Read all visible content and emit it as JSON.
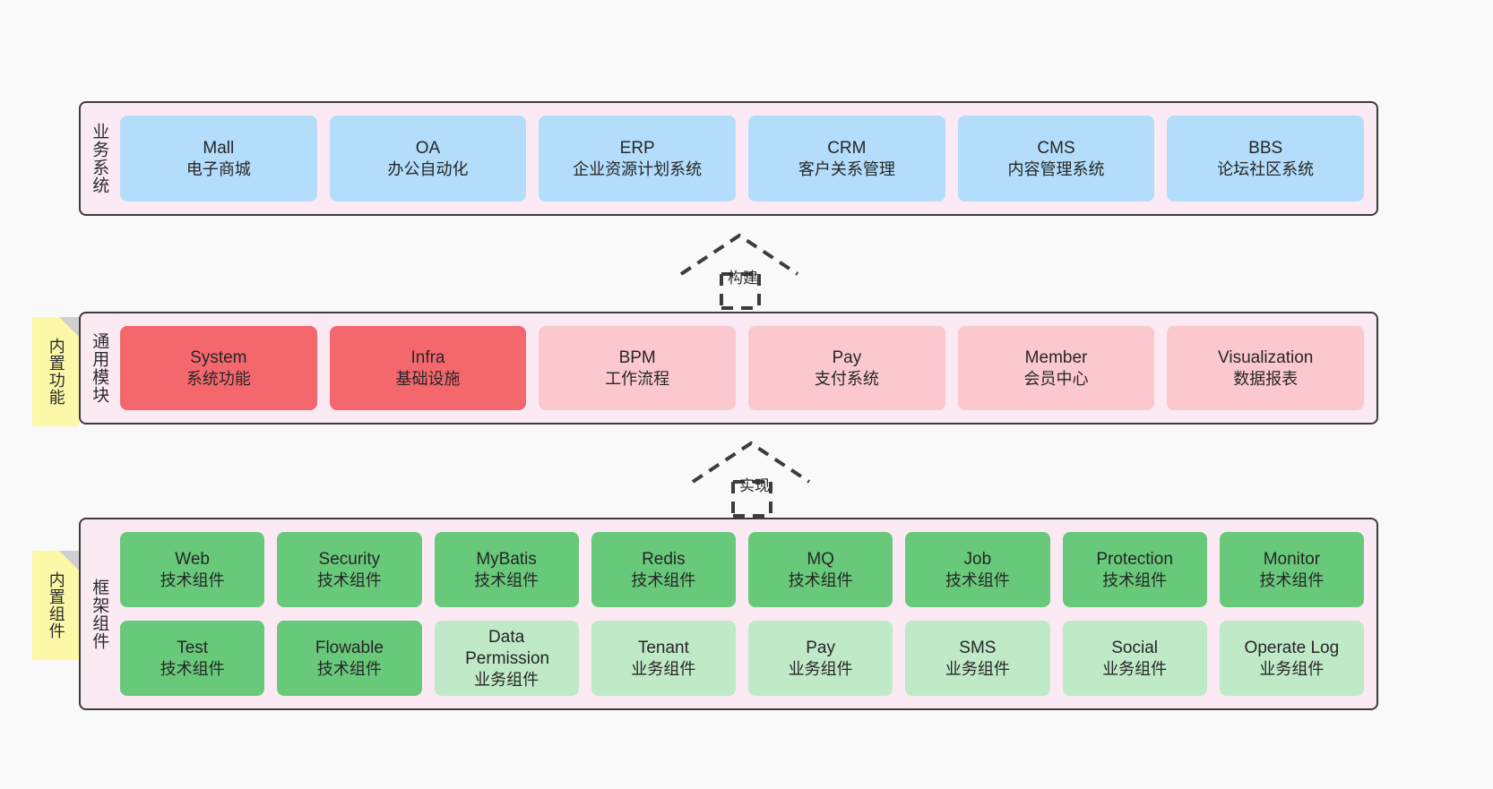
{
  "layers": [
    {
      "id": "business",
      "title": "业务系统",
      "cards": [
        {
          "name": "Mall",
          "sub": "电子商城"
        },
        {
          "name": "OA",
          "sub": "办公自动化"
        },
        {
          "name": "ERP",
          "sub": "企业资源计划系统"
        },
        {
          "name": "CRM",
          "sub": "客户关系管理"
        },
        {
          "name": "CMS",
          "sub": "内容管理系统"
        },
        {
          "name": "BBS",
          "sub": "论坛社区系统"
        }
      ]
    },
    {
      "id": "common",
      "title": "通用模块",
      "note": "内置功能",
      "cards": [
        {
          "name": "System",
          "sub": "系统功能"
        },
        {
          "name": "Infra",
          "sub": "基础设施"
        },
        {
          "name": "BPM",
          "sub": "工作流程"
        },
        {
          "name": "Pay",
          "sub": "支付系统"
        },
        {
          "name": "Member",
          "sub": "会员中心"
        },
        {
          "name": "Visualization",
          "sub": "数据报表"
        }
      ]
    },
    {
      "id": "framework",
      "title": "框架组件",
      "note": "内置组件",
      "row1": [
        {
          "name": "Web",
          "sub": "技术组件"
        },
        {
          "name": "Security",
          "sub": "技术组件"
        },
        {
          "name": "MyBatis",
          "sub": "技术组件"
        },
        {
          "name": "Redis",
          "sub": "技术组件"
        },
        {
          "name": "MQ",
          "sub": "技术组件"
        },
        {
          "name": "Job",
          "sub": "技术组件"
        },
        {
          "name": "Protection",
          "sub": "技术组件"
        },
        {
          "name": "Monitor",
          "sub": "技术组件"
        }
      ],
      "row2": [
        {
          "name": "Test",
          "sub": "技术组件"
        },
        {
          "name": "Flowable",
          "sub": "技术组件"
        },
        {
          "name": "Data Permission",
          "sub": "业务组件"
        },
        {
          "name": "Tenant",
          "sub": "业务组件"
        },
        {
          "name": "Pay",
          "sub": "业务组件"
        },
        {
          "name": "SMS",
          "sub": "业务组件"
        },
        {
          "name": "Social",
          "sub": "业务组件"
        },
        {
          "name": "Operate Log",
          "sub": "业务组件"
        }
      ]
    }
  ],
  "arrows": [
    {
      "id": "build",
      "label": "构建"
    },
    {
      "id": "implement",
      "label": "实现"
    }
  ],
  "colors": {
    "container_bg": "#fbeaf4",
    "container_border": "#3c3c3c",
    "blue": "#b3ddfb",
    "red_dark": "#f4676d",
    "red_light": "#fbc8cf",
    "green_dark": "#68c97a",
    "green_light": "#bfe9c7",
    "note_yellow": "#fcf8a8",
    "page_bg": "#f9f9f9"
  }
}
